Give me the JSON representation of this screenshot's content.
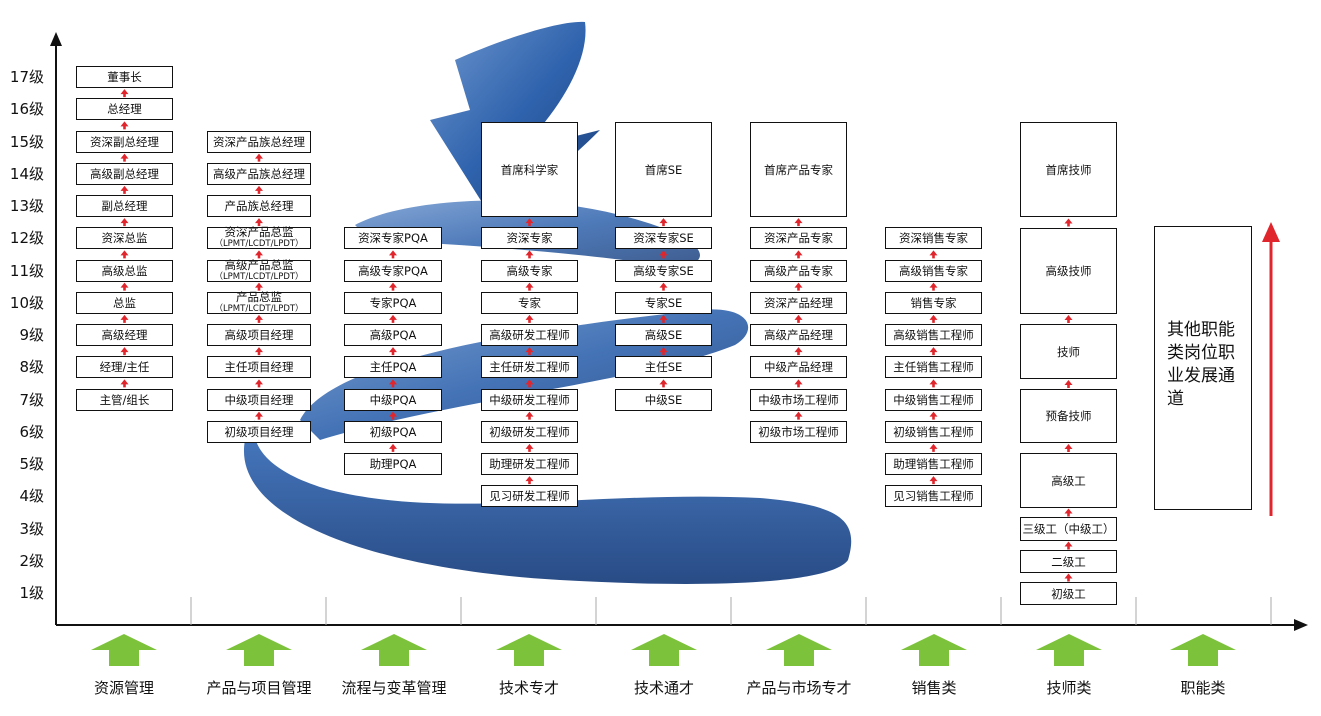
{
  "levels": [
    "17级",
    "16级",
    "15级",
    "14级",
    "13级",
    "12级",
    "11级",
    "10级",
    "9级",
    "8级",
    "7级",
    "6级",
    "5级",
    "4级",
    "3级",
    "2级",
    "1级"
  ],
  "categories": [
    "资源管理",
    "产品与项目管理",
    "流程与变革管理",
    "技术专才",
    "技术通才",
    "产品与市场专才",
    "销售类",
    "技师类",
    "职能类"
  ],
  "columns": [
    {
      "name": "resource",
      "boxes": [
        {
          "label": "董事长",
          "lv": 17
        },
        {
          "label": "总经理",
          "lv": 16
        },
        {
          "label": "资深副总经理",
          "lv": 15
        },
        {
          "label": "高级副总经理",
          "lv": 14
        },
        {
          "label": "副总经理",
          "lv": 13
        },
        {
          "label": "资深总监",
          "lv": 12
        },
        {
          "label": "高级总监",
          "lv": 11
        },
        {
          "label": "总监",
          "lv": 10
        },
        {
          "label": "高级经理",
          "lv": 9
        },
        {
          "label": "经理/主任",
          "lv": 8
        },
        {
          "label": "主管/组长",
          "lv": 7
        }
      ]
    },
    {
      "name": "product-project",
      "boxes": [
        {
          "label": "资深产品族总经理",
          "lv": 15
        },
        {
          "label": "高级产品族总经理",
          "lv": 14
        },
        {
          "label": "产品族总经理",
          "lv": 13
        },
        {
          "label": "资深产品总监",
          "sub": "（LPMT/LCDT/LPDT）",
          "lv": 12
        },
        {
          "label": "高级产品总监",
          "sub": "（LPMT/LCDT/LPDT）",
          "lv": 11
        },
        {
          "label": "产品总监",
          "sub": "（LPMT/LCDT/LPDT）",
          "lv": 10
        },
        {
          "label": "高级项目经理",
          "lv": 9
        },
        {
          "label": "主任项目经理",
          "lv": 8
        },
        {
          "label": "中级项目经理",
          "lv": 7
        },
        {
          "label": "初级项目经理",
          "lv": 6
        }
      ]
    },
    {
      "name": "process",
      "boxes": [
        {
          "label": "资深专家PQA",
          "lv": 12
        },
        {
          "label": "高级专家PQA",
          "lv": 11
        },
        {
          "label": "专家PQA",
          "lv": 10
        },
        {
          "label": "高级PQA",
          "lv": 9
        },
        {
          "label": "主任PQA",
          "lv": 8
        },
        {
          "label": "中级PQA",
          "lv": 7
        },
        {
          "label": "初级PQA",
          "lv": 6
        },
        {
          "label": "助理PQA",
          "lv": 5
        }
      ]
    },
    {
      "name": "tech-specialist",
      "top": "首席科学家",
      "boxes": [
        {
          "label": "资深专家",
          "lv": 12
        },
        {
          "label": "高级专家",
          "lv": 11
        },
        {
          "label": "专家",
          "lv": 10
        },
        {
          "label": "高级研发工程师",
          "lv": 9
        },
        {
          "label": "主任研发工程师",
          "lv": 8
        },
        {
          "label": "中级研发工程师",
          "lv": 7
        },
        {
          "label": "初级研发工程师",
          "lv": 6
        },
        {
          "label": "助理研发工程师",
          "lv": 5
        },
        {
          "label": "见习研发工程师",
          "lv": 4
        }
      ]
    },
    {
      "name": "tech-generalist",
      "top": "首席SE",
      "boxes": [
        {
          "label": "资深专家SE",
          "lv": 12
        },
        {
          "label": "高级专家SE",
          "lv": 11
        },
        {
          "label": "专家SE",
          "lv": 10
        },
        {
          "label": "高级SE",
          "lv": 9
        },
        {
          "label": "主任SE",
          "lv": 8
        },
        {
          "label": "中级SE",
          "lv": 7
        }
      ]
    },
    {
      "name": "product-market",
      "top": "首席产品专家",
      "boxes": [
        {
          "label": "资深产品专家",
          "lv": 12
        },
        {
          "label": "高级产品专家",
          "lv": 11
        },
        {
          "label": "资深产品经理",
          "lv": 10
        },
        {
          "label": "高级产品经理",
          "lv": 9
        },
        {
          "label": "中级产品经理",
          "lv": 8
        },
        {
          "label": "中级市场工程师",
          "lv": 7
        },
        {
          "label": "初级市场工程师",
          "lv": 6
        }
      ]
    },
    {
      "name": "sales",
      "boxes": [
        {
          "label": "资深销售专家",
          "lv": 12
        },
        {
          "label": "高级销售专家",
          "lv": 11
        },
        {
          "label": "销售专家",
          "lv": 10
        },
        {
          "label": "高级销售工程师",
          "lv": 9
        },
        {
          "label": "主任销售工程师",
          "lv": 8
        },
        {
          "label": "中级销售工程师",
          "lv": 7
        },
        {
          "label": "初级销售工程师",
          "lv": 6
        },
        {
          "label": "助理销售工程师",
          "lv": 5
        },
        {
          "label": "见习销售工程师",
          "lv": 4
        }
      ]
    }
  ],
  "technician": [
    "首席技师",
    "高级技师",
    "技师",
    "预备技师",
    "高级工",
    "三级工（中级工）",
    "二级工",
    "初级工"
  ],
  "other_text": "其他职能类岗位职业发展通道",
  "colors": {
    "ribbon": "#2f63ad",
    "up_arrow": "#e0262c",
    "cat_arrow": "#7cc23a",
    "axis": "#111111"
  }
}
